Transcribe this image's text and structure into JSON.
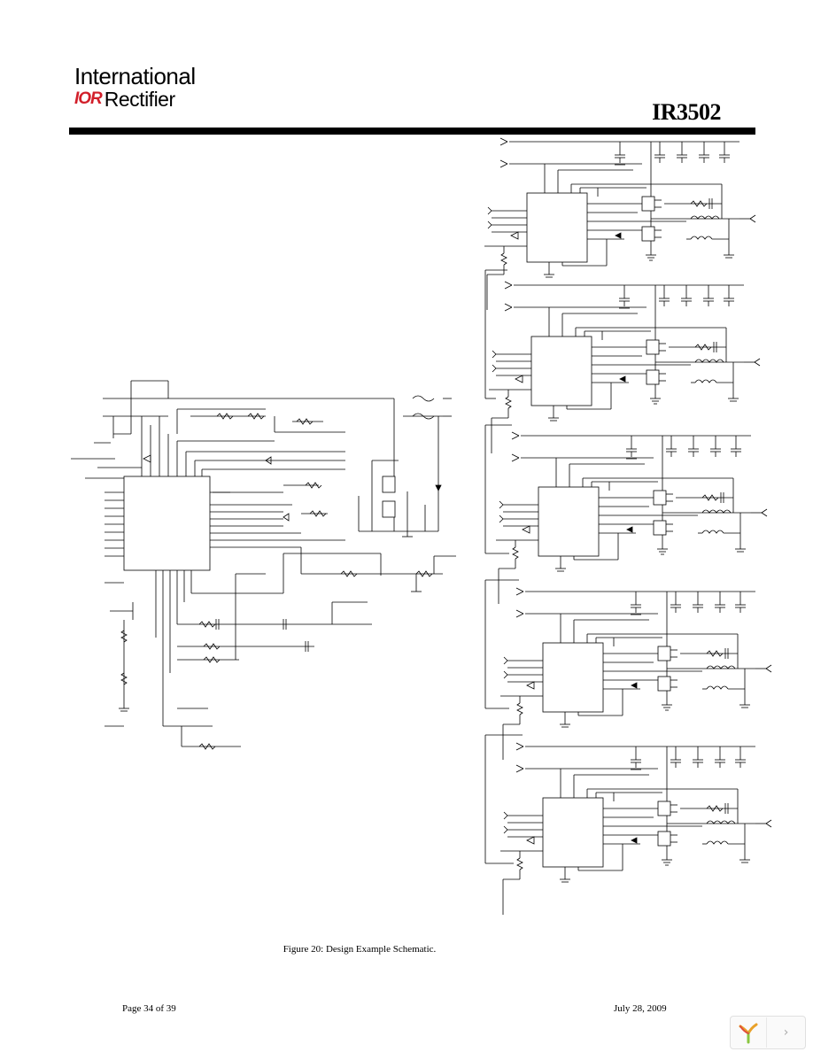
{
  "header": {
    "brand_line1": "International",
    "brand_mark": "IOR",
    "brand_line2": "Rectifier",
    "part_number": "IR3502"
  },
  "figure": {
    "caption": "Figure 20: Design Example Schematic."
  },
  "footer": {
    "page": "Page 34 of 39",
    "date": "July 28, 2009"
  },
  "viewer": {
    "next_icon": "chevron-right-icon",
    "logo_icon": "viewer-logo-icon"
  }
}
